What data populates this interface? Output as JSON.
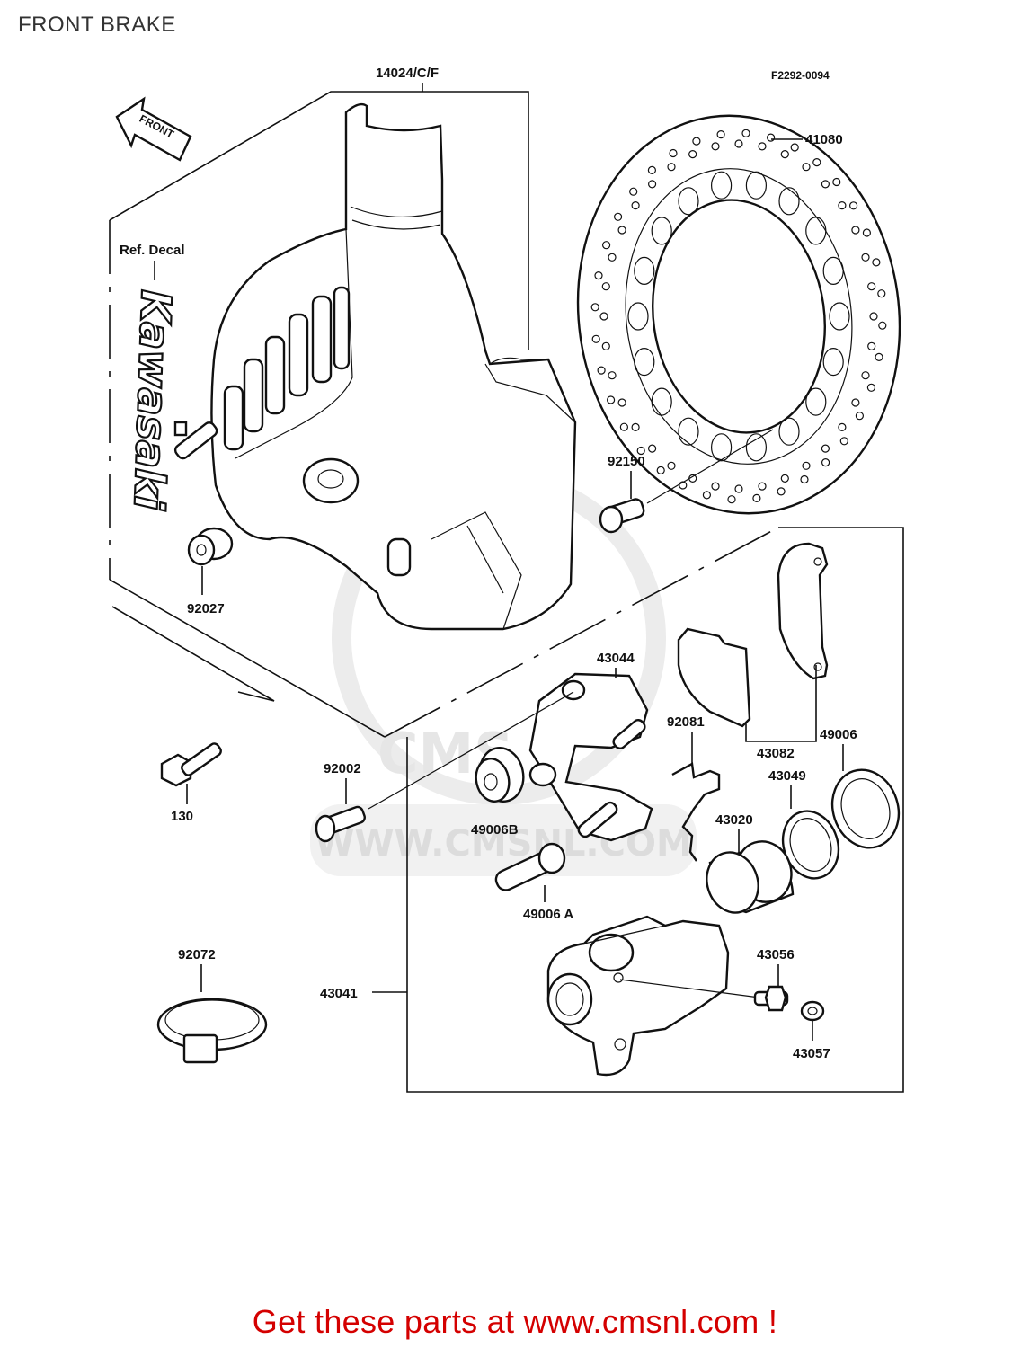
{
  "page_title": "FRONT BRAKE",
  "diagram_code": "F2292-0094",
  "direction_arrow": "FRONT",
  "ref_decal_label": "Ref. Decal",
  "decal_text": "Kawasaki",
  "watermark": {
    "text": "WWW.CMSNL.COM",
    "logo_text": "CMS"
  },
  "parts": {
    "p14024": "14024/C/F",
    "p41080": "41080",
    "p92150": "92150",
    "p92027": "92027",
    "p43044": "43044",
    "p92081": "92081",
    "p43082": "43082",
    "p49006": "49006",
    "p43049": "43049",
    "p92002": "92002",
    "p130": "130",
    "p49006B": "49006B",
    "p43020": "43020",
    "p49006A": "49006 A",
    "p92072": "92072",
    "p43056": "43056",
    "p43041": "43041",
    "p43057": "43057"
  },
  "footer": "Get these parts at www.cmsnl.com !"
}
